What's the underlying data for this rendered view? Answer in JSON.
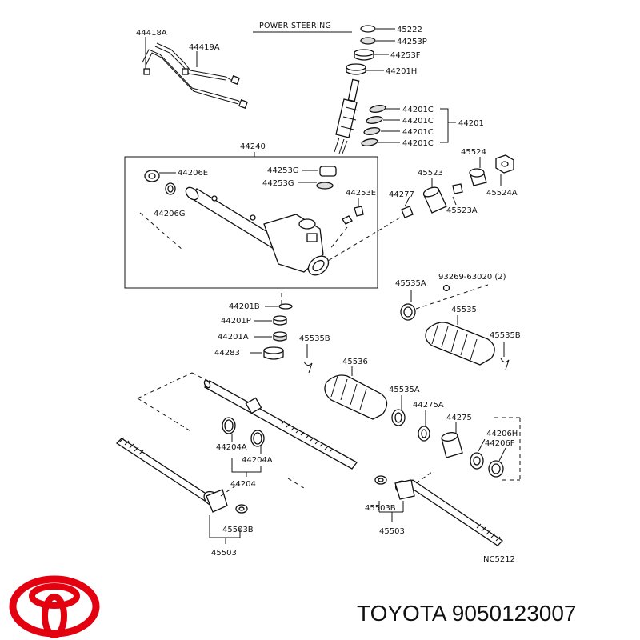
{
  "title": "POWER STEERING",
  "labels": {
    "p44418A": "44418A",
    "p44419A": "44419A",
    "p45222": "45222",
    "p44253P": "44253P",
    "p44253F": "44253F",
    "p44201H": "44201H",
    "p44201C_1": "44201C",
    "p44201C_2": "44201C",
    "p44201C_3": "44201C",
    "p44201C_4": "44201C",
    "p44201": "44201",
    "p44240": "44240",
    "p44206E": "44206E",
    "p44206G": "44206G",
    "p44253G": "44253G",
    "p44253G_2": "44253G",
    "p44253E": "44253E",
    "p44277": "44277",
    "p45523": "45523",
    "p45524": "45524",
    "p45523A": "45523A",
    "p45524A": "45524A",
    "p93269": "93269-63020 (2)",
    "p45535A_1": "45535A",
    "p45535": "45535",
    "p45535B_r": "45535B",
    "p44201B": "44201B",
    "p44201P": "44201P",
    "p44201A": "44201A",
    "p44283": "44283",
    "p45535B_l": "45535B",
    "p45536": "45536",
    "p45535A_2": "45535A",
    "p44275A": "44275A",
    "p44275": "44275",
    "p44206H": "44206H",
    "p44206F": "44206F",
    "p44204A_1": "44204A",
    "p44204A_2": "44204A",
    "p44204": "44204",
    "p45503B_l": "45503B",
    "p45503_l": "45503",
    "p45503B_r": "45503B",
    "p45503_r": "45503",
    "code": "NC5212"
  },
  "brand": {
    "name": "TOYOTA",
    "part_number": "9050123007",
    "logo_color": "#e3000f"
  }
}
